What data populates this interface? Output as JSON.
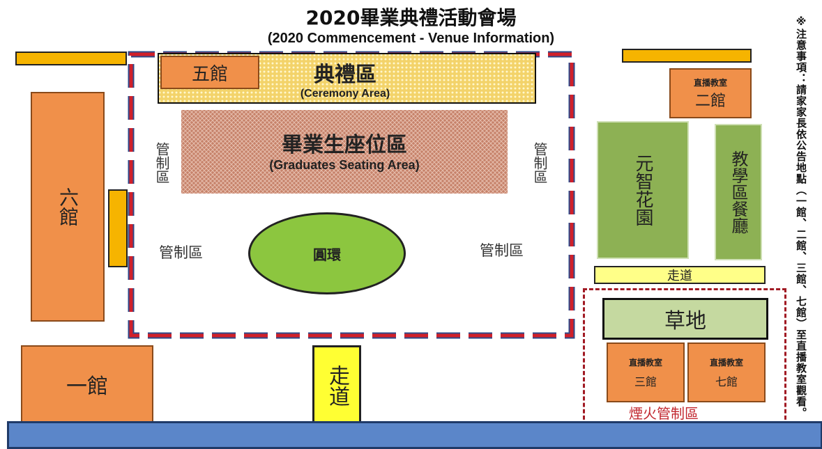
{
  "title": "2020畢業典禮活動會場",
  "subtitle": "(2020 Commencement - Venue Information)",
  "notice": "※注意事項：請家家長依公告地點（一館、二館、三館、七館）至直播教室觀看。",
  "areas": {
    "ceremony": {
      "name": "典禮區",
      "en": "(Ceremony Area)"
    },
    "seating": {
      "name": "畢業生座位區",
      "en": "(Graduates Seating Area)"
    },
    "roundabout": "圓環",
    "control_left_top": "管制區",
    "control_right_top": "管制區",
    "control_left_mid": "管制區",
    "control_right_mid": "管制區",
    "fireworks_control": "煙火管制區",
    "lawn": "草地",
    "walkway_right": "走道",
    "walkway_bottom": "走道"
  },
  "buildings": {
    "b5": "五館",
    "b6": "六館",
    "b1": "一館",
    "b2": {
      "tag": "直播教室",
      "name": "二館"
    },
    "b3": {
      "tag": "直播教室",
      "name": "三館"
    },
    "b7": {
      "tag": "直播教室",
      "name": "七館"
    },
    "garden": "元智花園",
    "canteen": "教學區餐廳"
  },
  "colors": {
    "building": "#f0904a",
    "green": "#8db154",
    "yellow": "#f6b400",
    "control_red": "#d0202a",
    "control_blue": "#2e4a8a",
    "footer": "#5b86c9"
  }
}
